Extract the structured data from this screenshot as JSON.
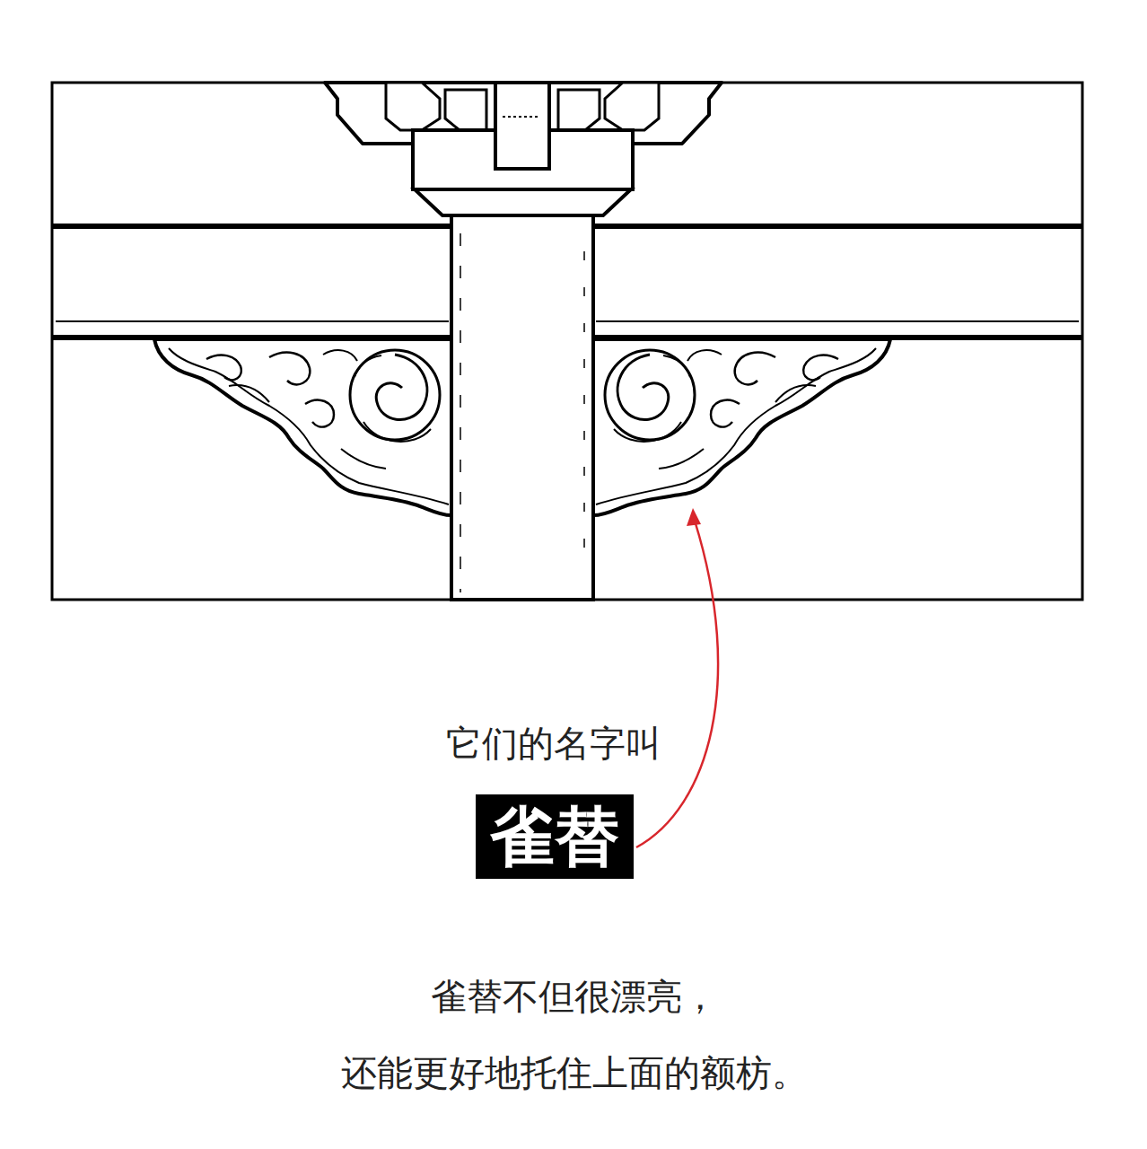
{
  "diagram": {
    "nodes": [
      {
        "text": [
          "雀替"
        ]
      }
    ],
    "labels": [
      "它们的名字叫",
      "雀替不但很漂亮，",
      "还能更好地托住上面的额枋。"
    ]
  }
}
